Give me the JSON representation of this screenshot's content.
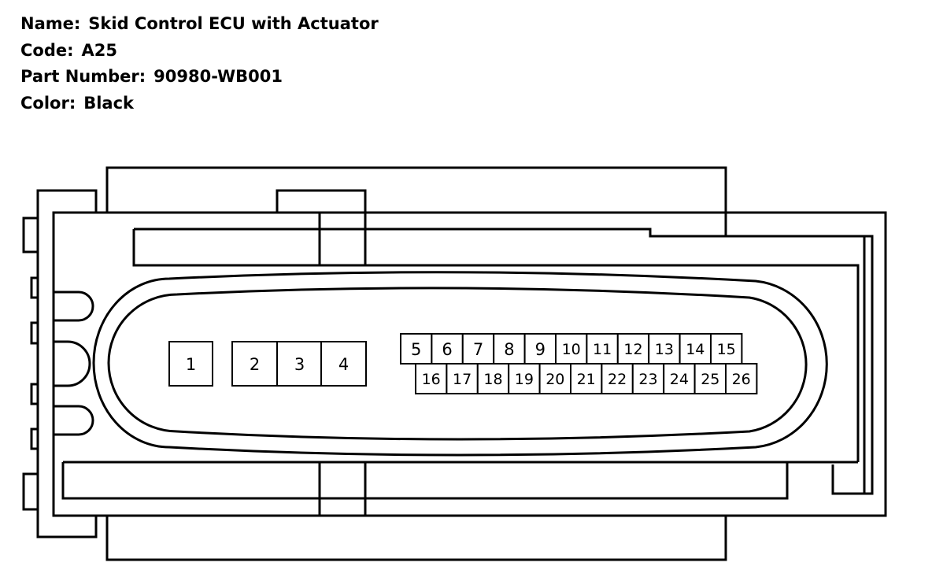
{
  "connector_info": {
    "name_label": "Name:",
    "name_value": "Skid Control ECU with Actuator",
    "code_label": "Code:",
    "code_value": "A25",
    "part_number_label": "Part Number:",
    "part_number_value": "90980-WB001",
    "color_label": "Color:",
    "color_value": "Black"
  },
  "pins": {
    "large": [
      "1",
      "2",
      "3",
      "4"
    ],
    "top_row": [
      "5",
      "6",
      "7",
      "8",
      "9",
      "10",
      "11",
      "12",
      "13",
      "14",
      "15"
    ],
    "bottom_row": [
      "16",
      "17",
      "18",
      "19",
      "20",
      "21",
      "22",
      "23",
      "24",
      "25",
      "26"
    ]
  }
}
